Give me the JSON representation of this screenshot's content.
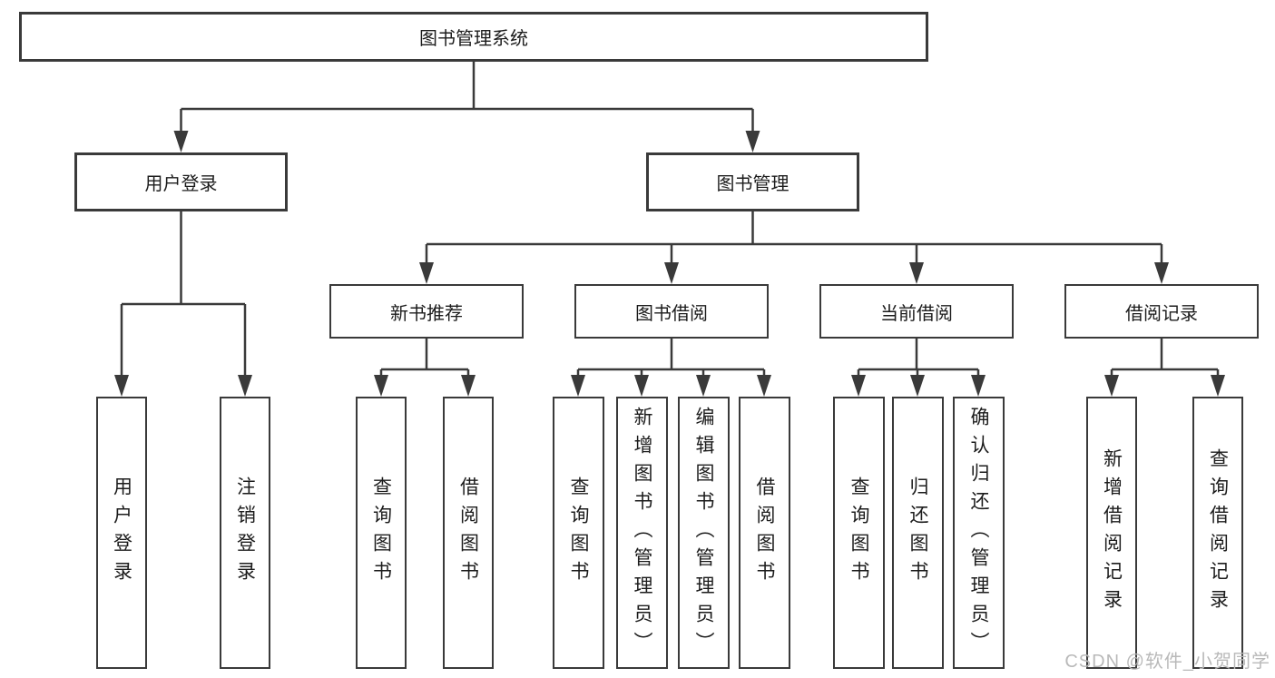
{
  "colors": {
    "line": "#3a3a3a",
    "text": "#1c1c1c",
    "watermark": "#b9b9b9",
    "background": "#ffffff"
  },
  "watermark": {
    "text": "CSDN @软件_小贺同学"
  },
  "tree": {
    "label": "图书管理系统",
    "children": [
      {
        "label": "用户登录",
        "children": [
          {
            "label": "用户登录"
          },
          {
            "label": "注销登录"
          }
        ]
      },
      {
        "label": "图书管理",
        "children": [
          {
            "label": "新书推荐",
            "children": [
              {
                "label": "查询图书"
              },
              {
                "label": "借阅图书"
              }
            ]
          },
          {
            "label": "图书借阅",
            "children": [
              {
                "label": "查询图书"
              },
              {
                "label": "新增图书（管理员）"
              },
              {
                "label": "编辑图书（管理员）"
              },
              {
                "label": "借阅图书"
              }
            ]
          },
          {
            "label": "当前借阅",
            "children": [
              {
                "label": "查询图书"
              },
              {
                "label": "归还图书"
              },
              {
                "label": "确认归还（管理员）"
              }
            ]
          },
          {
            "label": "借阅记录",
            "children": [
              {
                "label": "新增借阅记录"
              },
              {
                "label": "查询借阅记录"
              }
            ]
          }
        ]
      }
    ]
  }
}
